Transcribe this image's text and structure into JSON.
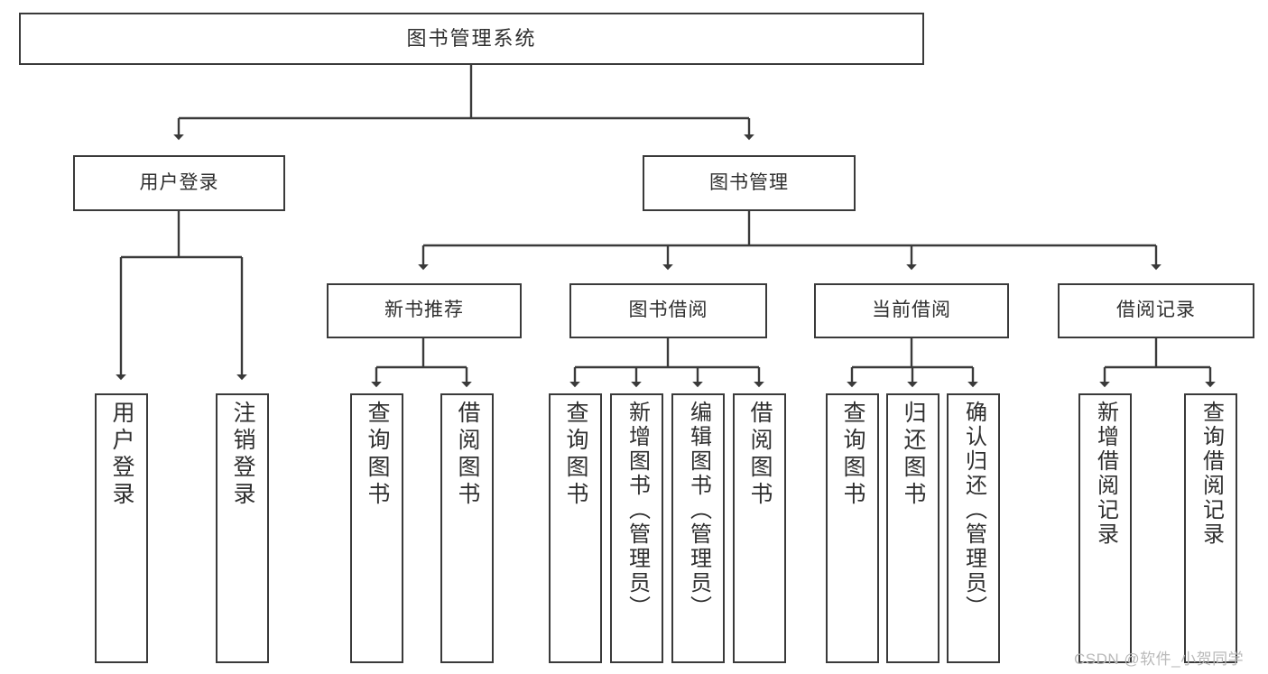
{
  "diagram": {
    "title": "图书管理系统",
    "type": "tree-hierarchy",
    "watermark": "CSDN @软件_小贺同学",
    "colors": {
      "background": "#ffffff",
      "box_border": "#3a3a3a",
      "box_fill": "#ffffff",
      "text": "#2f2f2f",
      "connector": "#3a3a3a",
      "watermark": "#b9b9b9"
    }
  },
  "nodes": {
    "root": {
      "label": "图书管理系统"
    },
    "level1": [
      {
        "id": "user-login",
        "label": "用户登录"
      },
      {
        "id": "book-manage",
        "label": "图书管理"
      }
    ],
    "level2": [
      {
        "id": "new-book-recommend",
        "label": "新书推荐"
      },
      {
        "id": "book-borrow",
        "label": "图书借阅"
      },
      {
        "id": "current-borrow",
        "label": "当前借阅"
      },
      {
        "id": "borrow-record",
        "label": "借阅记录"
      }
    ],
    "leaves": {
      "user_login": [
        {
          "id": "leaf-user-login",
          "label": "用户登录"
        },
        {
          "id": "leaf-logout",
          "label": "注销登录"
        }
      ],
      "new_book_recommend": [
        {
          "id": "leaf-query-book-1",
          "label": "查询图书"
        },
        {
          "id": "leaf-borrow-book-1",
          "label": "借阅图书"
        }
      ],
      "book_borrow": [
        {
          "id": "leaf-query-book-2",
          "label": "查询图书"
        },
        {
          "id": "leaf-add-book",
          "label": "新增图书（管理员）"
        },
        {
          "id": "leaf-edit-book",
          "label": "编辑图书（管理员）"
        },
        {
          "id": "leaf-borrow-book-2",
          "label": "借阅图书"
        }
      ],
      "current_borrow": [
        {
          "id": "leaf-query-book-3",
          "label": "查询图书"
        },
        {
          "id": "leaf-return-book",
          "label": "归还图书"
        },
        {
          "id": "leaf-confirm-return",
          "label": "确认归还（管理员）"
        }
      ],
      "borrow_record": [
        {
          "id": "leaf-add-record",
          "label": "新增借阅记录"
        },
        {
          "id": "leaf-query-record",
          "label": "查询借阅记录"
        }
      ]
    }
  }
}
